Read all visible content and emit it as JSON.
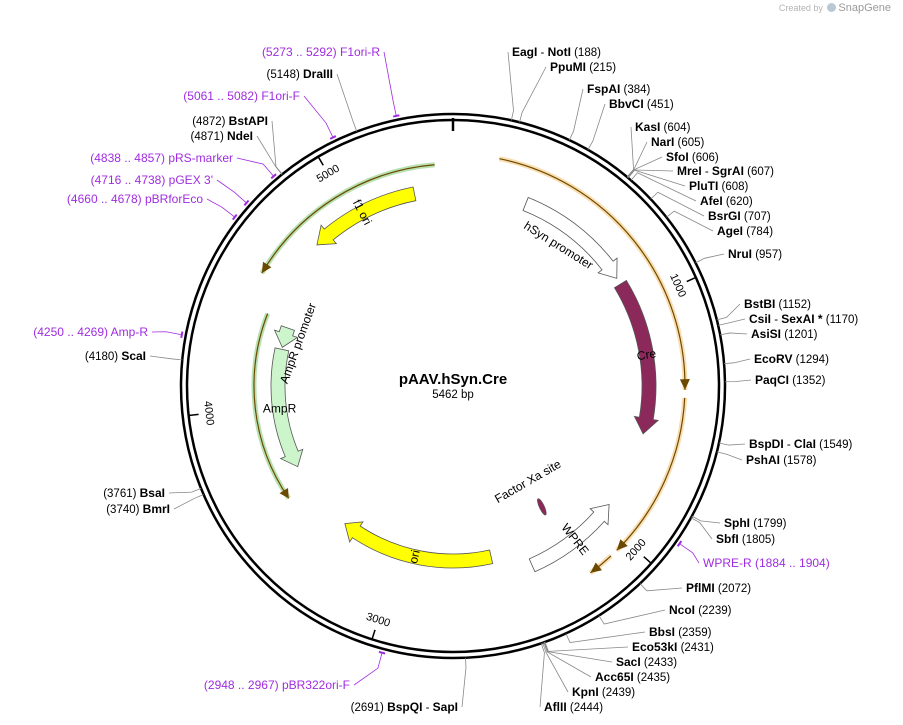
{
  "credit": {
    "prefix": "Created by",
    "brand": "SnapGene"
  },
  "plasmid": {
    "name": "pAAV.hSyn.Cre",
    "size": "5462 bp"
  },
  "ticks": [
    "1000",
    "2000",
    "3000",
    "4000",
    "5000"
  ],
  "features": [
    {
      "label": "hSyn promoter"
    },
    {
      "label": "Cre"
    },
    {
      "label": "WPRE"
    },
    {
      "label": "Factor Xa site"
    },
    {
      "label": "ori"
    },
    {
      "label": "AmpR"
    },
    {
      "label": "AmpR promoter"
    },
    {
      "label": "f1 ori"
    }
  ],
  "sites_right": [
    {
      "name": "EagI",
      "name2": "NotI",
      "pos": "(188)"
    },
    {
      "name": "PpuMI",
      "name2": "",
      "pos": "(215)"
    },
    {
      "name": "FspAI",
      "name2": "",
      "pos": "(384)"
    },
    {
      "name": "BbvCI",
      "name2": "",
      "pos": "(451)"
    },
    {
      "name": "KasI",
      "name2": "",
      "pos": "(604)"
    },
    {
      "name": "NarI",
      "name2": "",
      "pos": "(605)"
    },
    {
      "name": "SfoI",
      "name2": "",
      "pos": "(606)"
    },
    {
      "name": "MreI",
      "name2": "SgrAI",
      "pos": "(607)"
    },
    {
      "name": "PluTI",
      "name2": "",
      "pos": "(608)"
    },
    {
      "name": "AfeI",
      "name2": "",
      "pos": "(620)"
    },
    {
      "name": "BsrGI",
      "name2": "",
      "pos": "(707)"
    },
    {
      "name": "AgeI",
      "name2": "",
      "pos": "(784)"
    },
    {
      "name": "NruI",
      "name2": "",
      "pos": "(957)"
    },
    {
      "name": "BstBI",
      "name2": "",
      "pos": "(1152)"
    },
    {
      "name": "CsiI",
      "name2": "SexAI *",
      "pos": "(1170)"
    },
    {
      "name": "AsiSI",
      "name2": "",
      "pos": "(1201)"
    },
    {
      "name": "EcoRV",
      "name2": "",
      "pos": "(1294)"
    },
    {
      "name": "PaqCI",
      "name2": "",
      "pos": "(1352)"
    },
    {
      "name": "BspDI",
      "name2": "ClaI",
      "pos": "(1549)"
    },
    {
      "name": "PshAI",
      "name2": "",
      "pos": "(1578)"
    },
    {
      "name": "SphI",
      "name2": "",
      "pos": "(1799)"
    },
    {
      "name": "SbfI",
      "name2": "",
      "pos": "(1805)"
    },
    {
      "name": "PflMI",
      "name2": "",
      "pos": "(2072)"
    },
    {
      "name": "NcoI",
      "name2": "",
      "pos": "(2239)"
    },
    {
      "name": "BbsI",
      "name2": "",
      "pos": "(2359)"
    },
    {
      "name": "Eco53kI",
      "name2": "",
      "pos": "(2431)"
    },
    {
      "name": "SacI",
      "name2": "",
      "pos": "(2433)"
    },
    {
      "name": "Acc65I",
      "name2": "",
      "pos": "(2435)"
    },
    {
      "name": "KpnI",
      "name2": "",
      "pos": "(2439)"
    },
    {
      "name": "AflII",
      "name2": "",
      "pos": "(2444)"
    }
  ],
  "sites_left": [
    {
      "name": "DraIII",
      "name2": "",
      "pos": "(5148)"
    },
    {
      "name": "BstAPI",
      "name2": "",
      "pos": "(4872)"
    },
    {
      "name": "NdeI",
      "name2": "",
      "pos": "(4871)"
    },
    {
      "name": "ScaI",
      "name2": "",
      "pos": "(4180)"
    },
    {
      "name": "BsaI",
      "name2": "",
      "pos": "(3761)"
    },
    {
      "name": "BmrI",
      "name2": "",
      "pos": "(3740)"
    },
    {
      "name": "BspQI",
      "name2": "SapI",
      "pos": "(2691)"
    }
  ],
  "primers": [
    {
      "name": "F1ori-R",
      "range": "(5273 .. 5292)"
    },
    {
      "name": "F1ori-F",
      "range": "(5061 .. 5082)"
    },
    {
      "name": "pRS-marker",
      "range": "(4838 .. 4857)"
    },
    {
      "name": "pGEX 3'",
      "range": "(4716 .. 4738)"
    },
    {
      "name": "pBRforEco",
      "range": "(4660 .. 4678)"
    },
    {
      "name": "Amp-R",
      "range": "(4250 .. 4269)"
    },
    {
      "name": "pBR322ori-F",
      "range": "(2948 .. 2967)"
    },
    {
      "name": "WPRE-R",
      "range": "(1884 .. 1904)"
    }
  ],
  "colors": {
    "hsyn_promoter": "#ffffff",
    "cre": "#8b2a5a",
    "wpre": "#ffffff",
    "ori": "#ffff00",
    "ampr": "#ccf5cc",
    "f1_ori": "#ffff00",
    "orf_orange": "#f0a020",
    "orf_green": "#33aa22",
    "primer": "#a02ce0"
  }
}
